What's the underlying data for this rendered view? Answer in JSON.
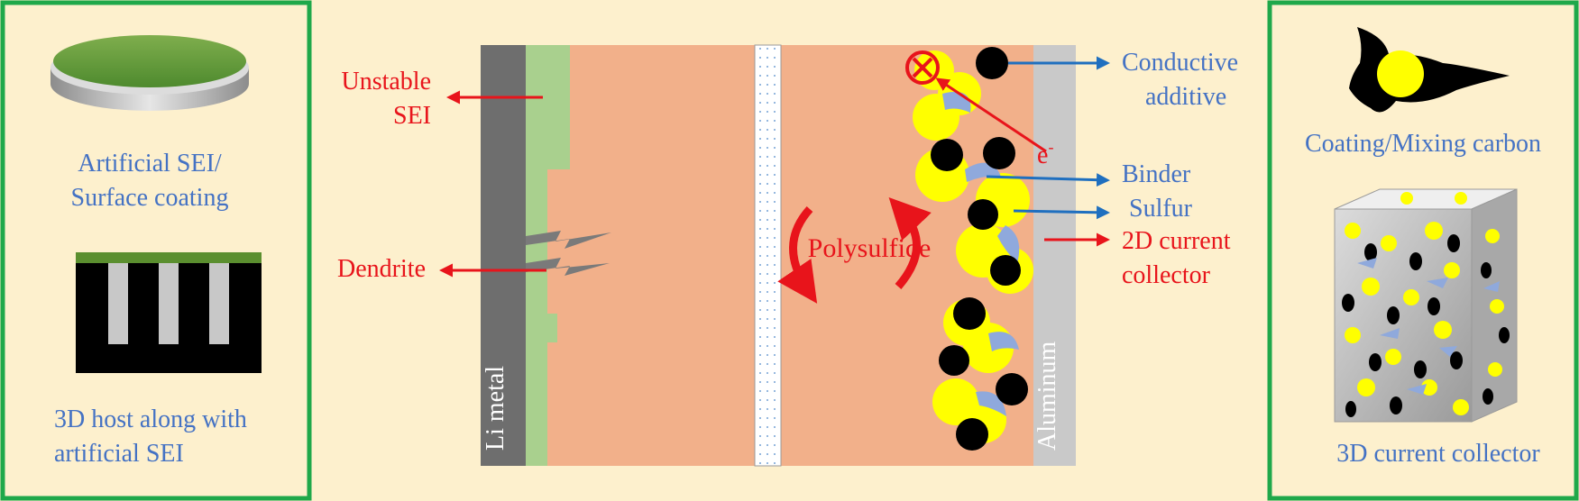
{
  "left_panel": {
    "sei_label_line1": "Artificial SEI/",
    "sei_label_line2": "Surface coating",
    "host_label_line1": "3D host along with",
    "host_label_line2": "artificial SEI"
  },
  "anode_side": {
    "unstable_sei_line1": "Unstable",
    "unstable_sei_line2": "SEI",
    "dendrite": "Dendrite",
    "li_metal": "Li metal"
  },
  "center": {
    "polysulfide": "Polysulfide"
  },
  "cathode_side": {
    "conductive_line1": "Conductive",
    "conductive_line2": "additive",
    "electron_base": "e",
    "electron_sup": "-",
    "binder": "Binder",
    "sulfur": "Sulfur",
    "collector_2d_line1": "2D current",
    "collector_2d_line2": "collector",
    "aluminum": "Aluminum"
  },
  "right_panel": {
    "coating_label": "Coating/Mixing carbon",
    "collector_3d_label": "3D current collector"
  },
  "colors": {
    "background": "#fdf0cd",
    "panel_border": "#1fa84a",
    "electrolyte": "#f2b08a",
    "li_metal": "#6e6e6e",
    "sei": "#a9d08e",
    "aluminum": "#c9c9c9",
    "sulfur": "#ffff00",
    "carbon": "#000000",
    "binder": "#8fa9dc",
    "red_text": "#e8141b",
    "blue_text": "#4472c4",
    "blue_arrow": "#1f6fbf",
    "red_arrow": "#e8141b"
  }
}
